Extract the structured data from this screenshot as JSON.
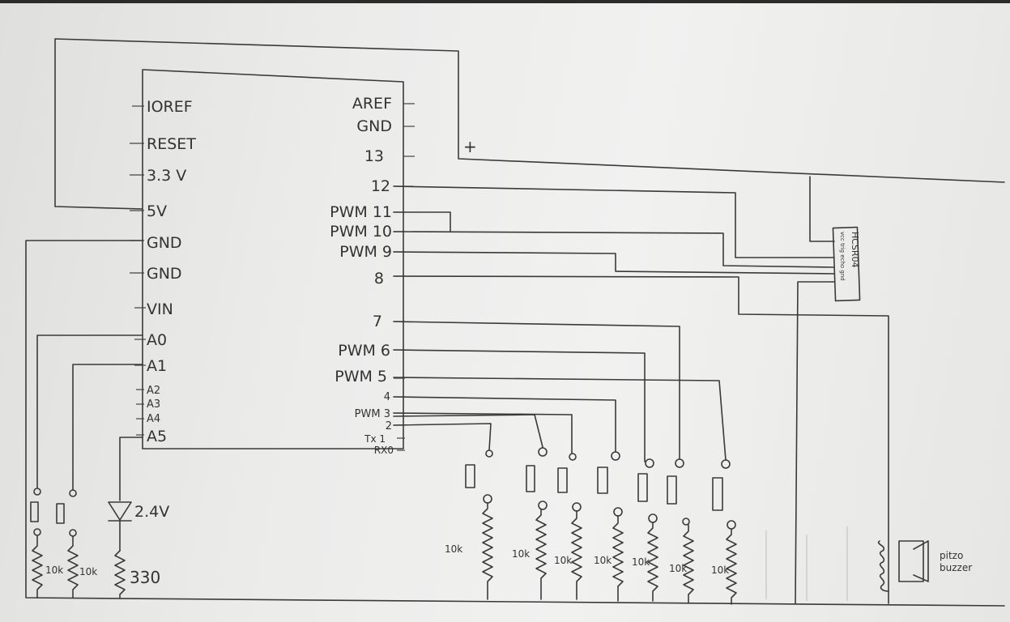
{
  "left_pins": [
    "IOREF",
    "RESET",
    "3.3 V",
    "5V",
    "GND",
    "GND",
    "VIN",
    "A0",
    "A1",
    "A2",
    "A3",
    "A4",
    "A5"
  ],
  "right_pins": [
    "AREF",
    "GND",
    "13",
    "12",
    "PWM 11",
    "PWM 10",
    "PWM 9",
    "8",
    "7",
    "PWM 6",
    "PWM 5",
    "4",
    "PWM 3",
    "2",
    "Tx 1",
    "RX0"
  ],
  "plus_sign": "+",
  "sensor_label": "HCSR04",
  "sensor_pins": "vcc trig echo gnd",
  "diode_label": "2.4V",
  "resistor_330": "330",
  "resistor_10k_labels": [
    "10k",
    "10k",
    "10k",
    "10k",
    "10k",
    "10k",
    "10k",
    "10k",
    "10k"
  ],
  "buzzer_label": [
    "pitzo",
    "buzzer"
  ]
}
